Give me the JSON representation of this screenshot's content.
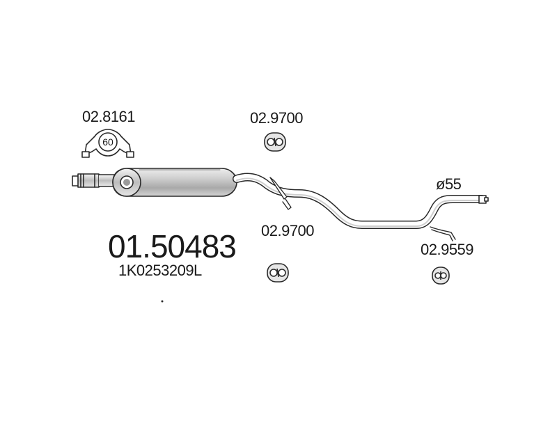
{
  "diagram": {
    "main_part_number": "01.50483",
    "oem_number": "1K0253209L",
    "parts": [
      {
        "id": "clamp",
        "number": "02.8161",
        "icon": "exhaust-clamp-icon",
        "badge": "60"
      },
      {
        "id": "hanger-top",
        "number": "02.9700",
        "icon": "rubber-hanger-icon"
      },
      {
        "id": "hanger-bottom",
        "number": "02.9700",
        "icon": "rubber-hanger-icon"
      },
      {
        "id": "hanger-rear",
        "number": "02.9559",
        "icon": "rubber-ring-hanger-icon"
      }
    ],
    "pipe_diameter": "ø55",
    "colors": {
      "line": "#2a2a2a",
      "fill": "#ffffff",
      "shade": "#d9d9d9"
    }
  }
}
